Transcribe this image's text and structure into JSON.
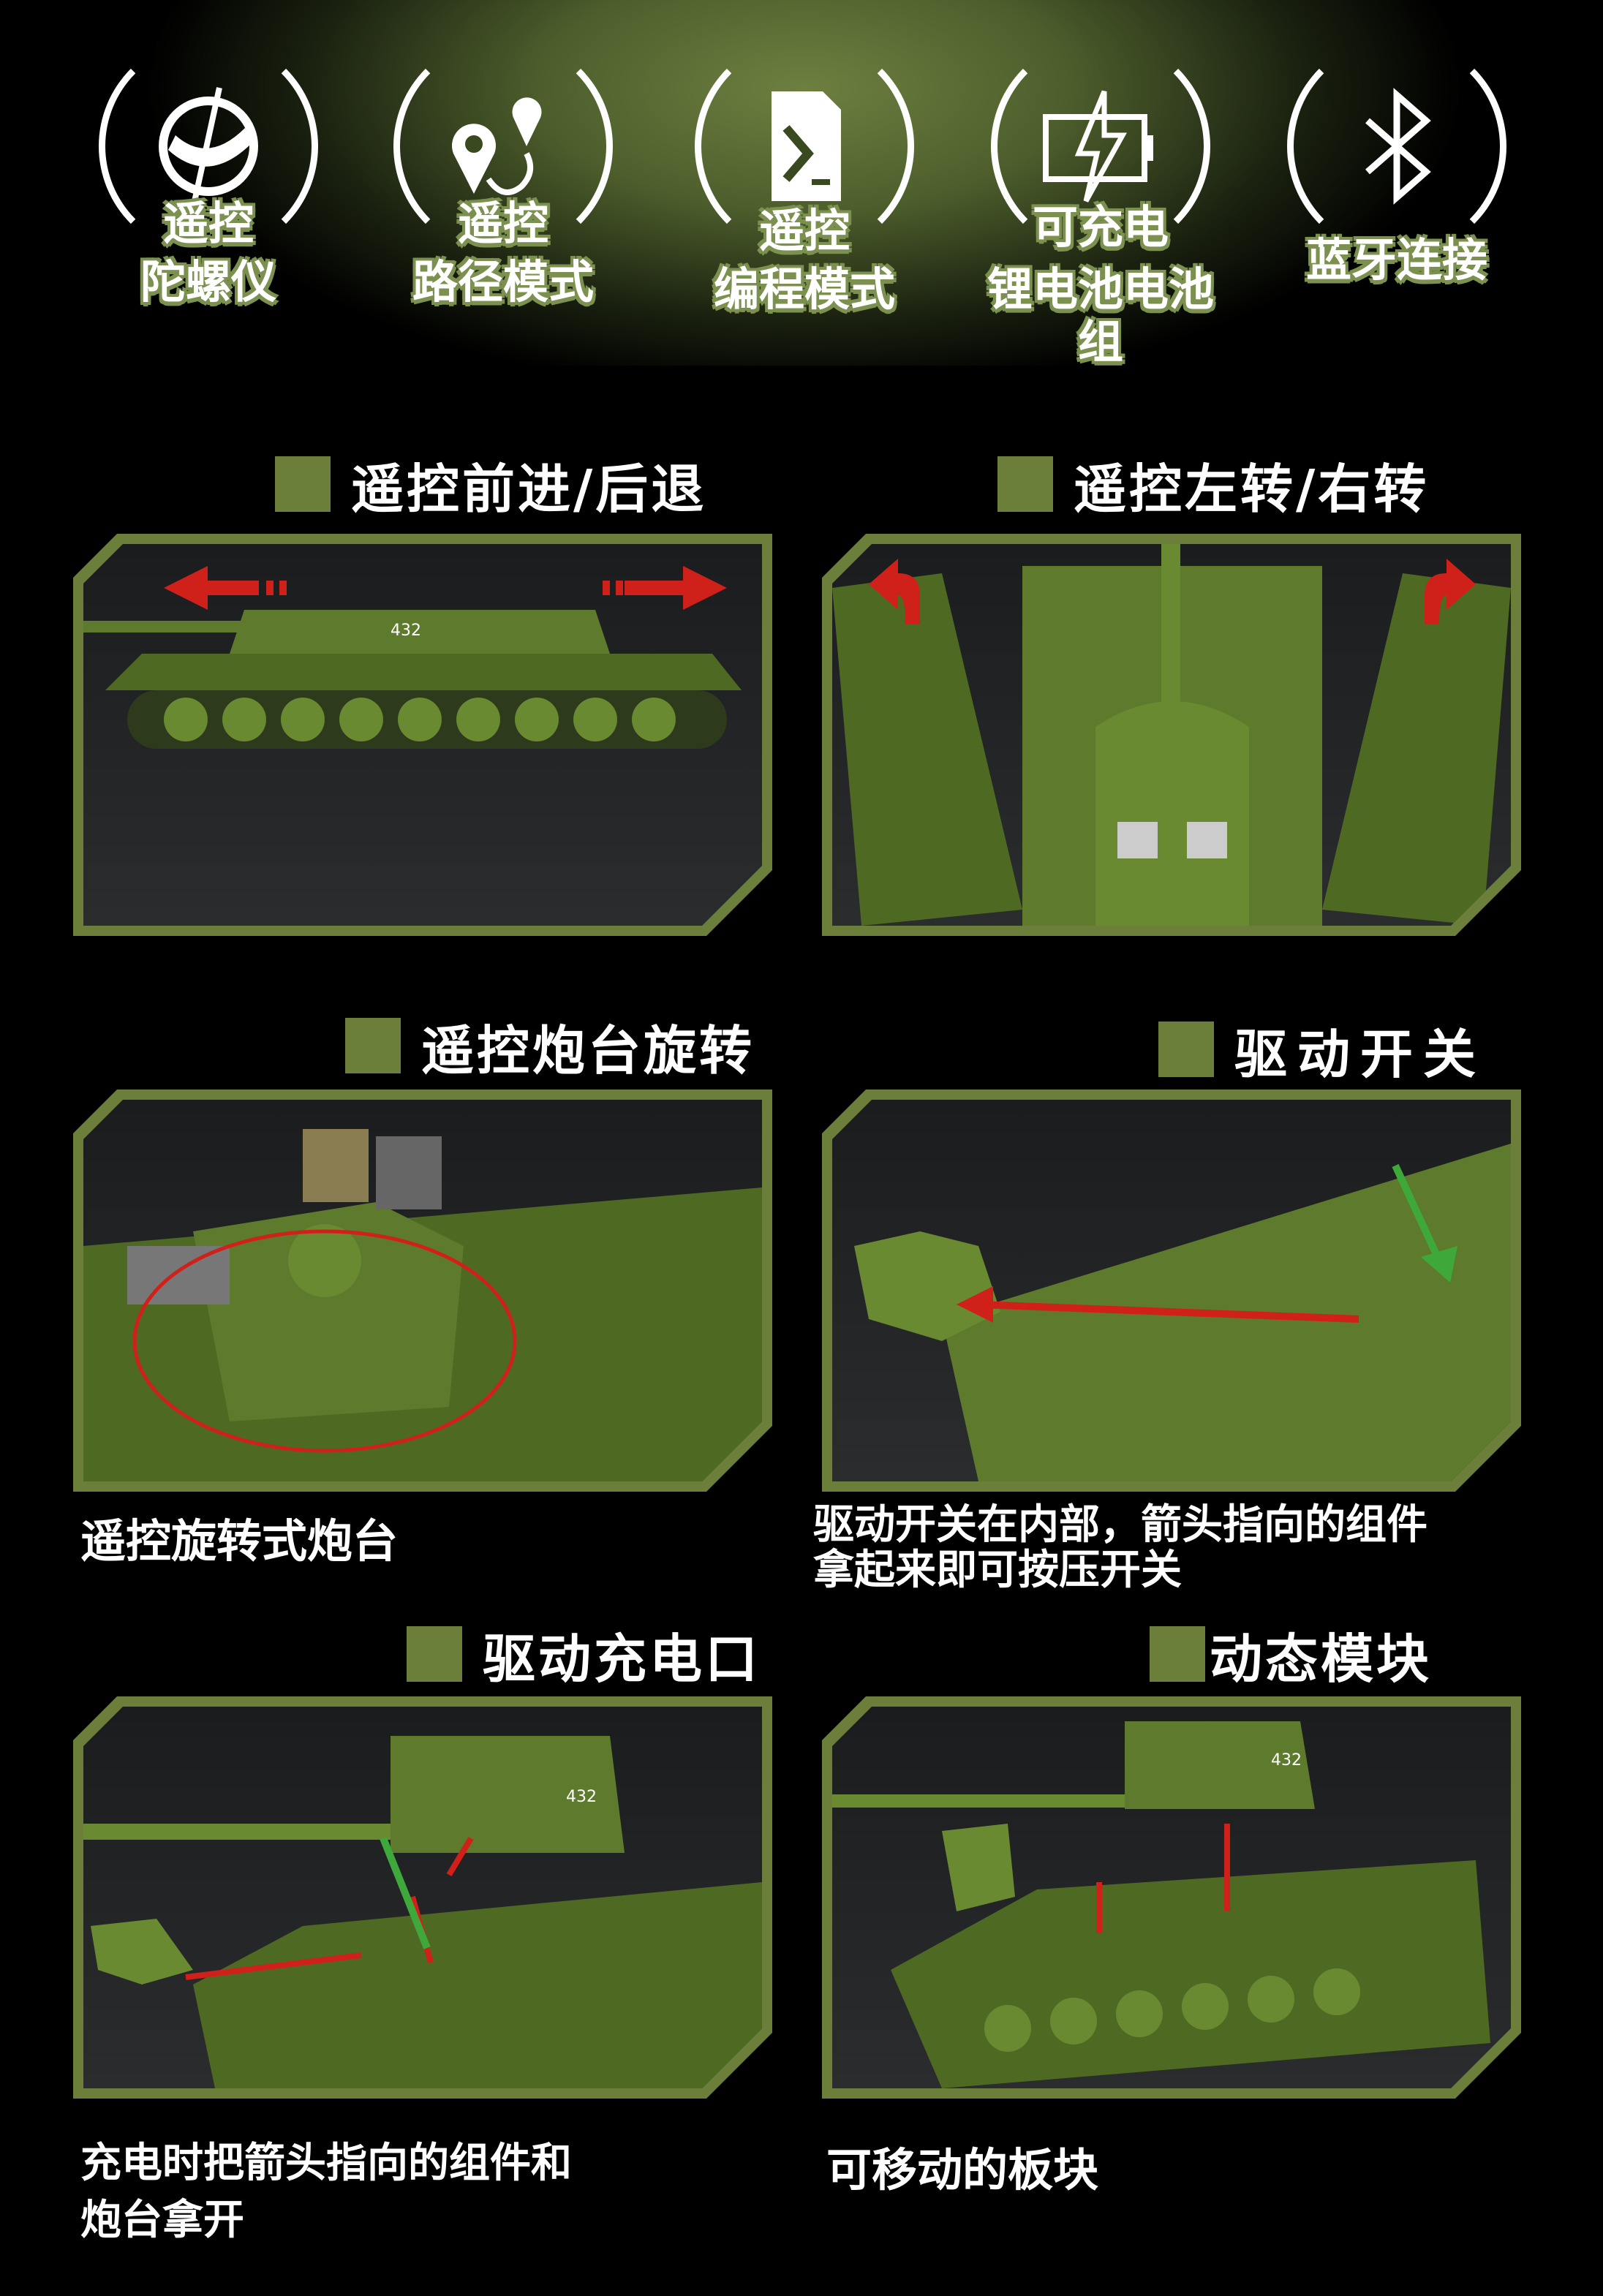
{
  "features": [
    {
      "icon": "gyroscope-icon",
      "line1": "遥控",
      "line2": "陀螺仪"
    },
    {
      "icon": "route-pin-icon",
      "line1": "遥控",
      "line2": "路径模式"
    },
    {
      "icon": "programming-file-icon",
      "line1": "遥控",
      "line2": "编程模式"
    },
    {
      "icon": "battery-charging-icon",
      "line1": "可充电",
      "line2": "锂电池电池组"
    },
    {
      "icon": "bluetooth-icon",
      "line1": "蓝牙连接",
      "line2": ""
    }
  ],
  "sections": [
    {
      "title": "遥控前进/后退",
      "caption": ""
    },
    {
      "title": "遥控左转/右转",
      "caption": ""
    },
    {
      "title": "遥控炮台旋转",
      "caption": "遥控旋转式炮台"
    },
    {
      "title": "驱动开关",
      "caption_lines": [
        "驱动开关在内部，箭头指向的组件",
        "拿起来即可按压开关"
      ]
    },
    {
      "title": "驱动充电口",
      "caption_lines": [
        "充电时把箭头指向的组件和",
        "炮台拿开"
      ]
    },
    {
      "title": "动态模块",
      "caption": "可移动的板块"
    }
  ],
  "tank_number": "432",
  "colors": {
    "accent": "#6b7f3a",
    "arrow_red": "#d0201a",
    "arrow_green": "#3ea83a",
    "tank": "#5e7a2c"
  }
}
